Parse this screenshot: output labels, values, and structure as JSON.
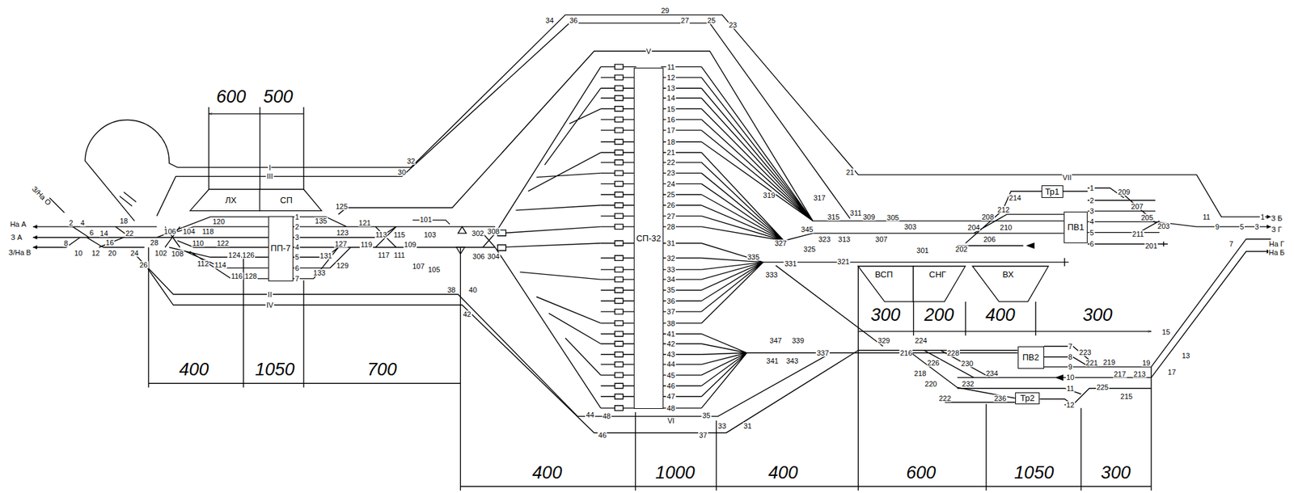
{
  "diagram": {
    "nodes": [
      {
        "text": [
          "ЛХ"
        ]
      },
      {
        "text": [
          "СП"
        ]
      },
      {
        "text": [
          "ПП-7"
        ]
      },
      {
        "text": [
          "СП-32"
        ]
      },
      {
        "text": [
          "ВСП"
        ]
      },
      {
        "text": [
          "СНГ"
        ]
      },
      {
        "text": [
          "ВХ"
        ]
      },
      {
        "text": [
          "ПВ1"
        ]
      },
      {
        "text": [
          "Тр1"
        ]
      },
      {
        "text": [
          "ПВ2"
        ]
      },
      {
        "text": [
          "Тр2"
        ]
      }
    ],
    "labels": [
      "На А",
      "З А",
      "З/На В",
      "З/На О",
      "2",
      "4",
      "6",
      "14",
      "8",
      "10",
      "12",
      "16",
      "20",
      "18",
      "22",
      "24",
      "26",
      "28",
      "106",
      "104",
      "102",
      "108",
      "120",
      "118",
      "110",
      "122",
      "112",
      "114",
      "124",
      "126",
      "116",
      "128",
      "1",
      "2",
      "3",
      "4",
      "5",
      "6",
      "7",
      "135",
      "123",
      "121",
      "125",
      "127",
      "113",
      "115",
      "119",
      "117",
      "111",
      "109",
      "103",
      "101",
      "131",
      "129",
      "133",
      "107",
      "105",
      "302",
      "308",
      "306",
      "304",
      "38",
      "40",
      "42",
      "II",
      "IV",
      "I",
      "III",
      "32",
      "30",
      "600",
      "500",
      "400",
      "1050",
      "700",
      "34",
      "36",
      "29",
      "27",
      "25",
      "23",
      "V",
      "11",
      "12",
      "13",
      "14",
      "15",
      "16",
      "17",
      "18",
      "21",
      "22",
      "23",
      "24",
      "25",
      "26",
      "27",
      "28",
      "31",
      "32",
      "33",
      "34",
      "35",
      "36",
      "37",
      "38",
      "41",
      "42",
      "43",
      "44",
      "45",
      "46",
      "47",
      "48",
      "VI",
      "44",
      "48",
      "46",
      "35",
      "37",
      "33",
      "31",
      "319",
      "317",
      "327",
      "345",
      "323",
      "325",
      "315",
      "313",
      "311",
      "309",
      "307",
      "305",
      "303",
      "301",
      "21",
      "VII",
      "335",
      "333",
      "331",
      "321",
      "347",
      "339",
      "341",
      "343",
      "337",
      "329",
      "224",
      "216",
      "226",
      "228",
      "230",
      "218",
      "220",
      "232",
      "234",
      "222",
      "236",
      "300",
      "200",
      "400",
      "300",
      "400",
      "1000",
      "400",
      "600",
      "1050",
      "300",
      "7",
      "8",
      "9",
      "10",
      "11",
      "12",
      "223",
      "221",
      "219",
      "217",
      "213",
      "225",
      "215",
      "19",
      "17",
      "15",
      "13",
      "214",
      "212",
      "210",
      "208",
      "204",
      "206",
      "202",
      "1",
      "2",
      "3",
      "4",
      "5",
      "6",
      "209",
      "207",
      "205",
      "211",
      "203",
      "201",
      "11",
      "9",
      "5",
      "3",
      "1",
      "7",
      "З Б",
      "З Г",
      "На Г",
      "На Б"
    ]
  }
}
